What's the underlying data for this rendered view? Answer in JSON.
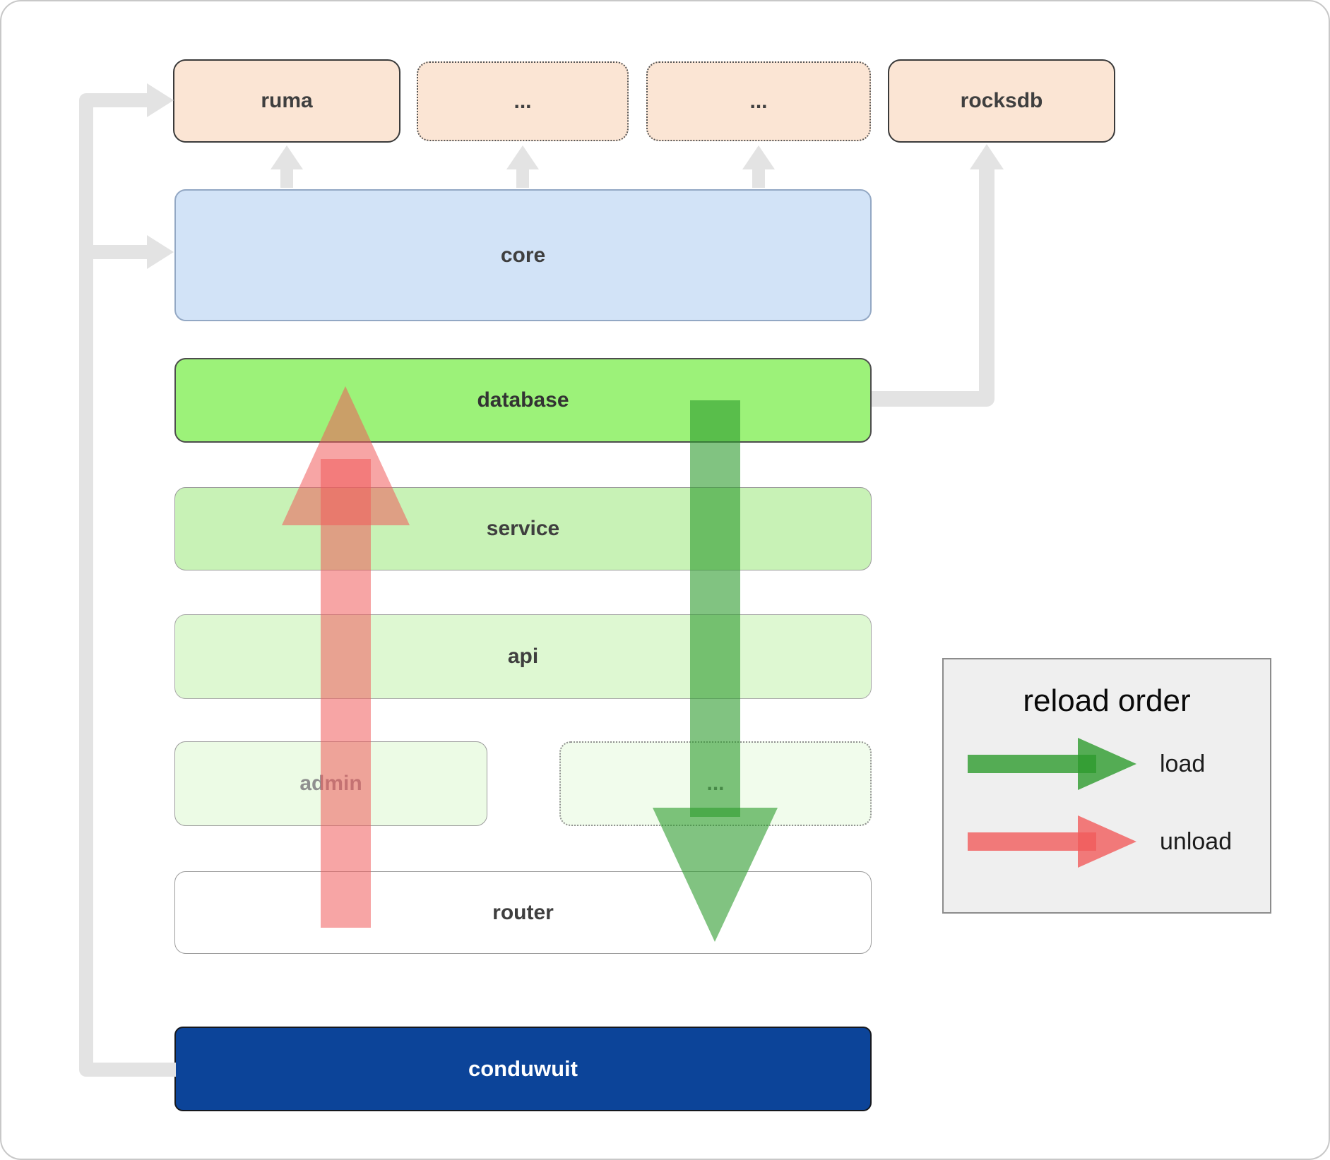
{
  "boxes": {
    "ruma": "ruma",
    "dep_ellipsis_1": "...",
    "dep_ellipsis_2": "...",
    "rocksdb": "rocksdb",
    "core": "core",
    "database": "database",
    "service": "service",
    "api": "api",
    "admin": "admin",
    "crate_ellipsis": "...",
    "router": "router",
    "conduwuit": "conduwuit"
  },
  "legend": {
    "title": "reload order",
    "load": "load",
    "unload": "unload"
  },
  "colors": {
    "dependency_box": "#fbe5d4",
    "core_box": "#d2e3f7",
    "database_box": "#9cf279",
    "service_box": "#c8f2b6",
    "api_box": "#def8d2",
    "admin_box": "#ecfbe5",
    "crate_ellipsis_box": "#f1fcec",
    "router_box": "#ffffff",
    "conduwuit_box": "#0c4499",
    "load_arrow": "#2d9b2d",
    "unload_arrow": "#f15b5b",
    "connector_gray": "#e3e3e3",
    "legend_background": "#efefef"
  }
}
